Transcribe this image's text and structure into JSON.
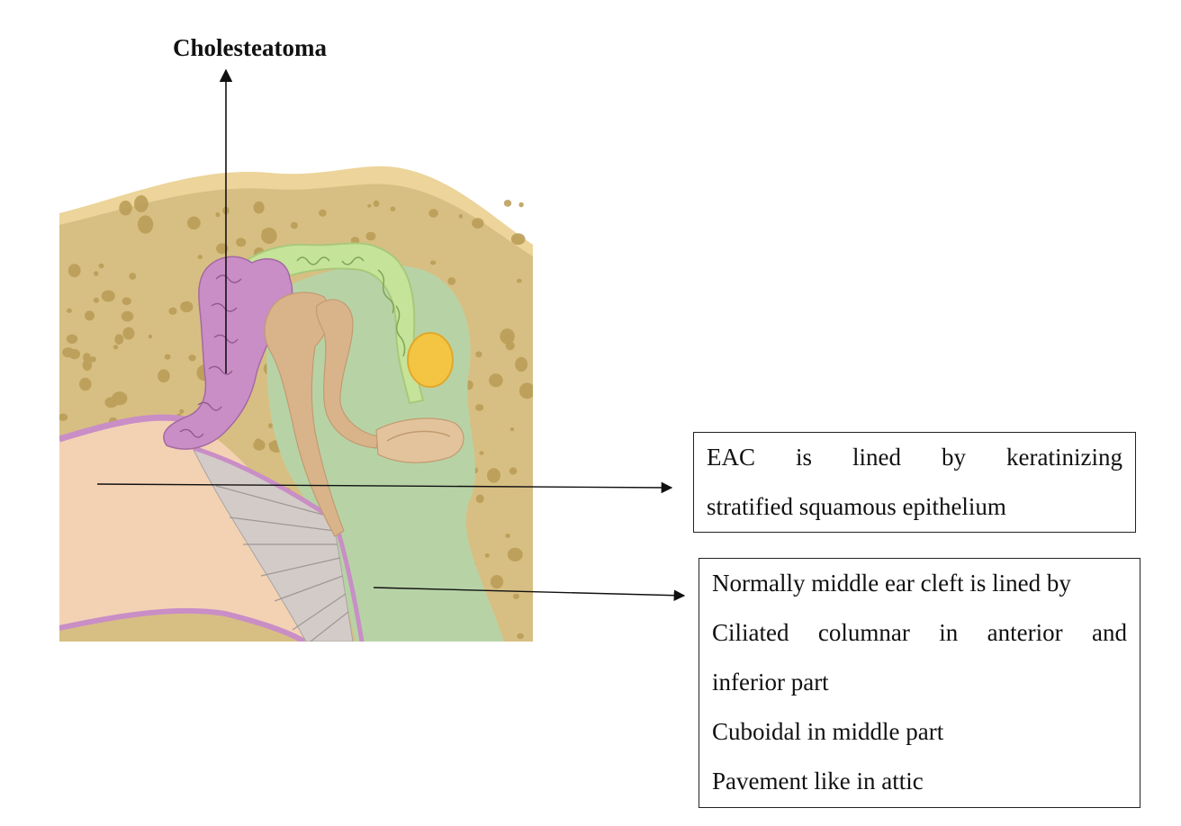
{
  "labels": {
    "cholesteatoma": "Cholesteatoma"
  },
  "eac_box": {
    "line1": "EAC is lined by keratinizing",
    "line2": "stratified squamous epithelium"
  },
  "middle_ear_box": {
    "line1": "Normally middle ear cleft is lined by",
    "line2": "Ciliated columnar in anterior and",
    "line3": "inferior part",
    "line4": "Cuboidal in middle part",
    "line5": "Pavement like in attic"
  },
  "colors": {
    "bone": "#d7bf83",
    "bone_pore": "#bfa25a",
    "outer_layer": "#ecd49a",
    "middle_ear": "#b7d3a6",
    "eac_skin": "#f3d2b4",
    "cholesteatoma": "#c98ec6",
    "mucosa_green": "#c6e39a",
    "ossicle": "#d9b48b",
    "tympanic_membrane": "#c9c2c0",
    "yellow_body": "#f4c542"
  }
}
